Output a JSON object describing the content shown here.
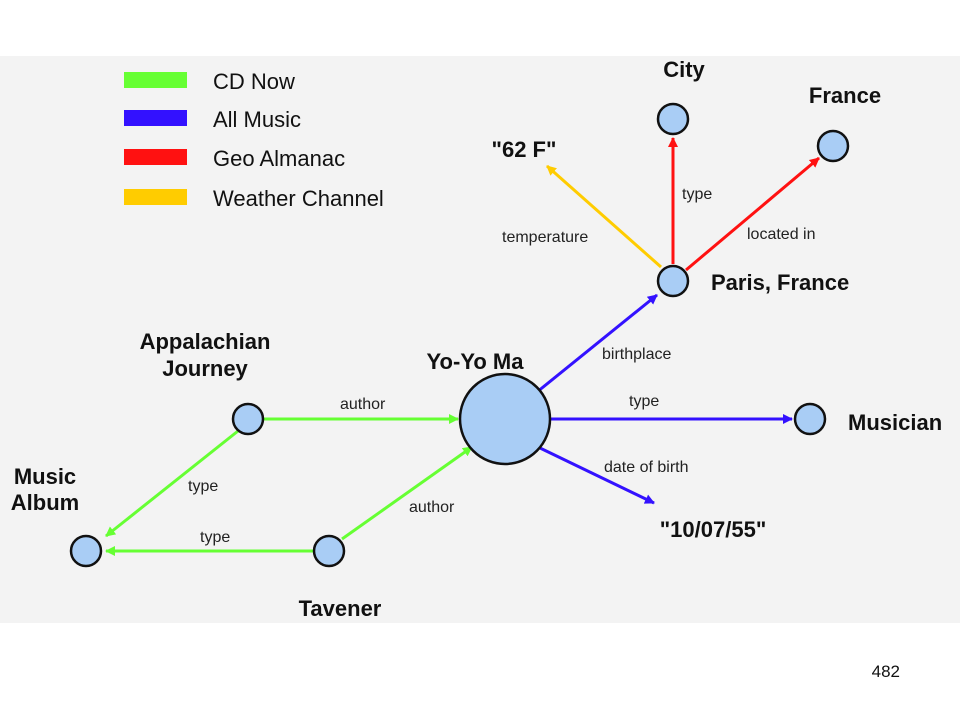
{
  "legend": [
    {
      "label": "CD Now",
      "color": "#66ff33"
    },
    {
      "label": "All Music",
      "color": "#3311ff"
    },
    {
      "label": "Geo Almanac",
      "color": "#ff1111"
    },
    {
      "label": "Weather Channel",
      "color": "#ffcc00"
    }
  ],
  "nodes": {
    "city": "City",
    "france": "France",
    "temp_value": "\"62 F\"",
    "paris": "Paris, France",
    "appalachian_line1": "Appalachian",
    "appalachian_line2": "Journey",
    "yoyoma": "Yo-Yo Ma",
    "musician": "Musician",
    "music_album_line1": "Music",
    "music_album_line2": "Album",
    "dob_value": "\"10/07/55\"",
    "tavener": "Tavener"
  },
  "edges": {
    "temperature": "temperature",
    "paris_type": "type",
    "located_in": "located in",
    "birthplace": "birthplace",
    "yoyoma_type": "type",
    "date_of_birth": "date of birth",
    "appalachian_author": "author",
    "appalachian_type": "type",
    "tavener_type": "type",
    "tavener_author": "author"
  },
  "page_number": "482"
}
